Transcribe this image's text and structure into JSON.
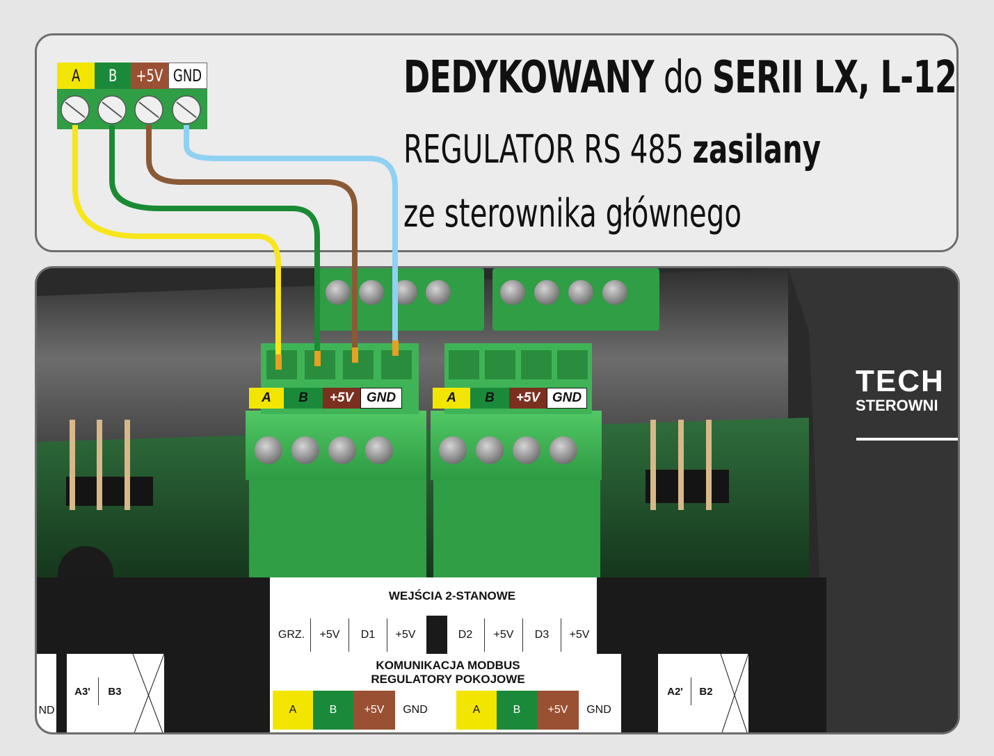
{
  "headline": {
    "line1_a": "DEDYKOWANY",
    "line1_b": " do ",
    "line1_c": "SERII LX, L-12",
    "line2_a": "REGULATOR  RS 485 ",
    "line2_b": "zasilany",
    "line3": "ze sterownika głównego"
  },
  "top_terminal": {
    "labels": [
      "A",
      "B",
      "+5V",
      "GND"
    ],
    "colors": [
      "#f2e600",
      "#1a8a3a",
      "#9a5032",
      "#ffffff"
    ]
  },
  "connector_labels": {
    "left": [
      "A",
      "B",
      "+5V",
      "GND"
    ],
    "right": [
      "A",
      "B",
      "+5V",
      "GND"
    ]
  },
  "wire_colors": {
    "A": "#f7e61b",
    "B": "#1b8a34",
    "5V": "#8a5a35",
    "GND": "#8fd1f2"
  },
  "brand": {
    "logo": "TECH",
    "subtitle": "STEROWNI"
  },
  "label_sheet": {
    "inputs_title": "WEJŚCIA 2-STANOWE",
    "inputs": [
      "GRZ.",
      "+5V",
      "D1",
      "+5V",
      "D2",
      "+5V",
      "D3",
      "+5V"
    ],
    "modbus_title_1": "KOMUNIKACJA MODBUS",
    "modbus_title_2": "REGULATORY POKOJOWE",
    "modbus": [
      "A",
      "B",
      "+5V",
      "GND",
      "A",
      "B",
      "+5V",
      "GND"
    ],
    "left_cells": [
      "ND",
      "A3'",
      "B3"
    ],
    "right_cells": [
      "A2'",
      "B2"
    ]
  }
}
